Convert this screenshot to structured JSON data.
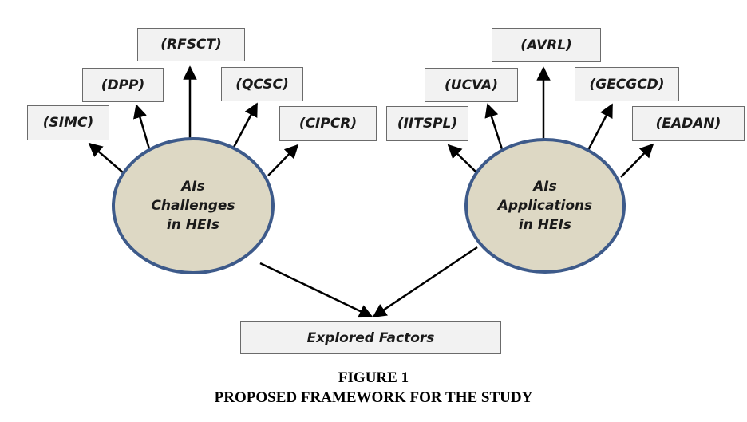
{
  "diagram": {
    "left_node": {
      "lines": [
        "AIs",
        "Challenges",
        "in HEIs"
      ],
      "children": [
        "(SIMC)",
        "(DPP)",
        "(RFSCT)",
        "(QCSC)",
        "(CIPCR)"
      ]
    },
    "right_node": {
      "lines": [
        "AIs",
        "Applications",
        "in HEIs"
      ],
      "children": [
        "(IITSPL)",
        "(UCVA)",
        "(AVRL)",
        "(GECGCD)",
        "(EADAN)"
      ]
    },
    "result_box": "Explored Factors",
    "colors": {
      "ellipse_fill": "#ddd8c4",
      "ellipse_border": "#3d5a8a",
      "box_fill": "#f2f2f2",
      "arrow": "#000000"
    }
  },
  "caption": {
    "line1": "FIGURE 1",
    "line2": "PROPOSED FRAMEWORK FOR THE STUDY"
  }
}
